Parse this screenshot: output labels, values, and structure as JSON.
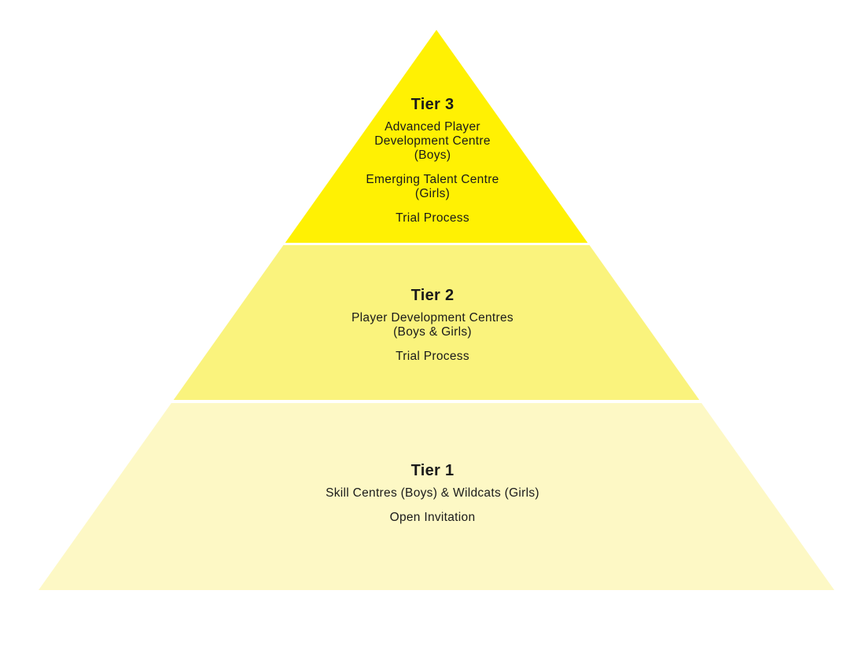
{
  "diagram": {
    "type": "pyramid",
    "background": "#ffffff",
    "text_color": "#1a1a1a",
    "tiers": [
      {
        "id": "tier-3",
        "heading": "Tier 3",
        "color": "#FFF103",
        "groups": [
          {
            "lines": [
              "Advanced Player",
              "Development Centre",
              "(Boys)"
            ]
          },
          {
            "lines": [
              "Emerging Talent Centre",
              "(Girls)"
            ]
          },
          {
            "lines": [
              "Trial Process"
            ]
          }
        ]
      },
      {
        "id": "tier-2",
        "heading": "Tier 2",
        "color": "#FAF37D",
        "groups": [
          {
            "lines": [
              "Player Development Centres",
              "(Boys & Girls)"
            ]
          },
          {
            "lines": [
              "Trial Process"
            ]
          }
        ]
      },
      {
        "id": "tier-1",
        "heading": "Tier 1",
        "color": "#FDF8C5",
        "groups": [
          {
            "lines": [
              "Skill Centres (Boys) & Wildcats (Girls)"
            ]
          },
          {
            "lines": [
              "Open Invitation"
            ]
          }
        ]
      }
    ]
  }
}
